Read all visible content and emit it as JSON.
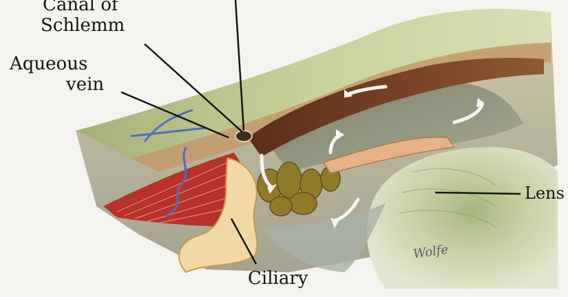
{
  "labels": {
    "canal_line1": "Canal of",
    "canal_line2": "Schlemm",
    "aqueous_line1": "Aqueous",
    "aqueous_line2": "vein",
    "lens": "Lens",
    "ciliary": "Ciliary"
  },
  "signature": "Wolfe",
  "colors": {
    "background": "#f4f3ef",
    "cornea_green": "#b9c48a",
    "iris_brown": "#6b3a22",
    "ciliary_muscle_red": "#b8312a",
    "ciliary_body_tan": "#9a7a2c",
    "lens_green": "#c7cfa6",
    "sclera": "#c9c5a6",
    "vein_blue": "#4d6fb4",
    "label_text": "#141414"
  }
}
